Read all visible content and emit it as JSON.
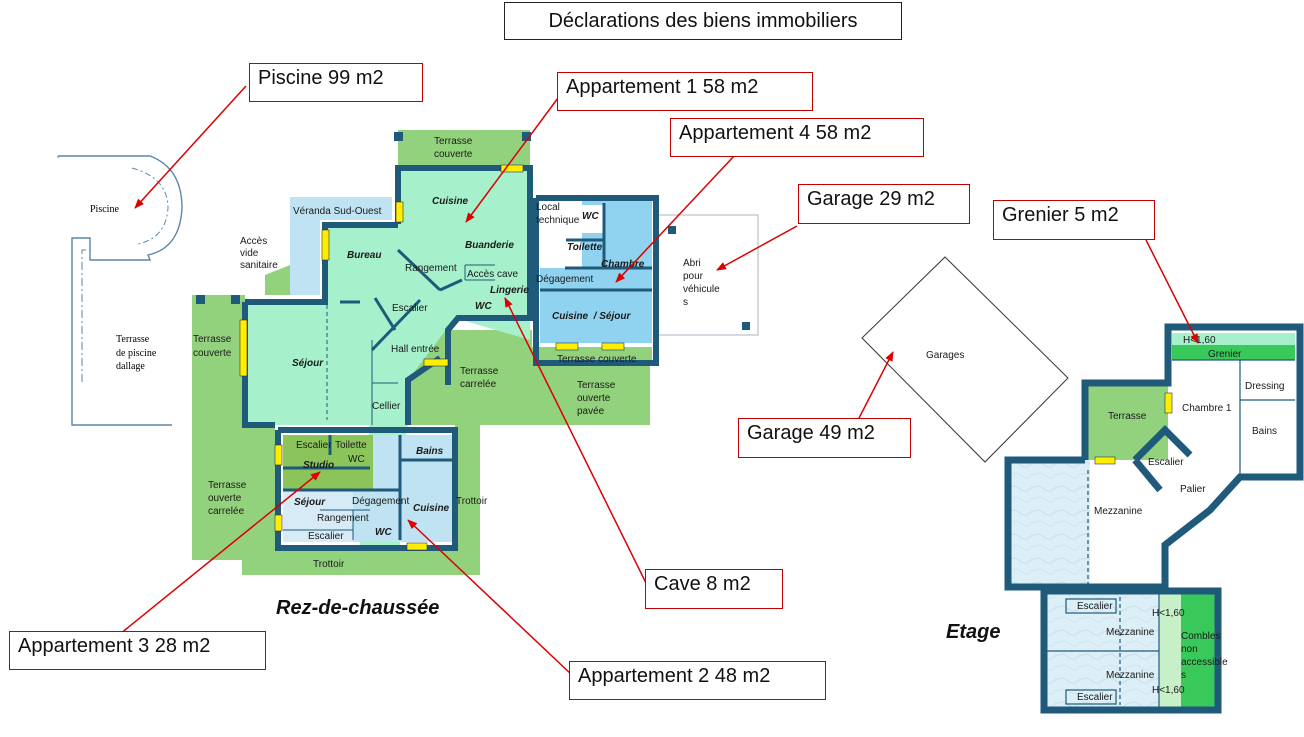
{
  "title": "Déclarations des biens immobiliers",
  "levels": {
    "ground": "Rez-de-chaussée",
    "upper": "Etage"
  },
  "callouts": {
    "piscine": "Piscine 99 m2",
    "appartement1": "Appartement 1 58 m2",
    "appartement4": "Appartement 4 58 m2",
    "garage29": "Garage 29 m2",
    "grenier": "Grenier 5 m2",
    "garage49": "Garage 49 m2",
    "cave": "Cave 8 m2",
    "appartement3": "Appartement 3 28 m2",
    "appartement2": "Appartement 2 48 m2"
  },
  "rooms": {
    "piscine": "Piscine",
    "terrasse_piscine": [
      "Terrasse",
      "de piscine",
      "dallage"
    ],
    "veranda": "Véranda Sud-Ouest",
    "acces_vide": [
      "Accès",
      "vide",
      "sanitaire"
    ],
    "terrasse_couverte_top": [
      "Terrasse",
      "couverte"
    ],
    "cuisine_a1": "Cuisine",
    "bureau": "Bureau",
    "buanderie": "Buanderie",
    "rangement_a1": "Rangement",
    "acces_cave": "Accès",
    "cave": "cave",
    "lingerie": "Lingerie",
    "wc_a1": "WC",
    "escalier_a1": "Escalier",
    "hall": "Hall entrée",
    "sejour_a1": "Séjour",
    "terrasse_couverte_left": [
      "Terrasse",
      "couverte"
    ],
    "cellier": "Cellier",
    "local_technique": [
      "Local",
      "technique"
    ],
    "wc_a4": "WC",
    "toilette": "Toilette",
    "chambre_a4": "Chambre",
    "degagement_a4": "Dégagement",
    "cuisine_sejour": "Cuisine  / Séjour",
    "terrasse_couverte_a4": "Terrasse couverte",
    "abri": [
      "Abri",
      "pour",
      "véhicule",
      "s"
    ],
    "terrasse_carrelee": [
      "Terrasse",
      "carrelée"
    ],
    "terrasse_ouverte_pavee": [
      "Terrasse",
      "ouverte",
      "pavée"
    ],
    "escalier_a3": "Escalier",
    "toilette_a3": "Toilette",
    "wc_a3": "WC",
    "studio": "Studio",
    "bains_a2": "Bains",
    "sejour_a3": "Séjour",
    "degagement_a2": "Dégagement",
    "cuisine_a2": "Cuisine",
    "trottoir_right": "Trottoir",
    "rangement_a2": "Rangement",
    "escalier_a2": "Escalier",
    "wc_a2": "WC",
    "terrasse_ouverte_carrelee": [
      "Terrasse",
      "ouverte",
      "carrelée"
    ],
    "trottoir_bottom": "Trottoir",
    "garages": "Garages",
    "h160_top": "H<1,60",
    "grenier": "Grenier",
    "dressing": "Dressing",
    "chambre1": "Chambre 1",
    "bains_et": "Bains",
    "terrasse_et": "Terrasse",
    "escalier_et": "Escalier",
    "palier": "Palier",
    "mezzanine_et": "Mezzanine",
    "escalier_et2": "Escalier",
    "h160_a": "H<1,60",
    "mezzanine_b1": "Mezzanine",
    "combles": [
      "Combles",
      "non",
      "accessible",
      "s"
    ],
    "mezzanine_b2": "Mezzanine",
    "escalier_et3": "Escalier",
    "h160_b": "H<1,60"
  },
  "colors": {
    "wall": "#1f5a7a",
    "light_green": "#a6f0cc",
    "light_blue": "#bfe3f2",
    "mid_blue": "#8fd3f0",
    "grass": "#93d27c",
    "olive": "#8cc45c",
    "bright_green": "#39c85a",
    "window": "#ffee00",
    "arrow": "#dd0000"
  }
}
